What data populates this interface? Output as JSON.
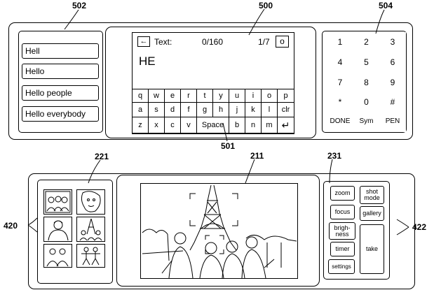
{
  "refs": {
    "r500": "500",
    "r502": "502",
    "r504": "504",
    "r501": "501",
    "r221": "221",
    "r211": "211",
    "r231": "231",
    "r420": "420",
    "r422": "422"
  },
  "text_panel": {
    "back_symbol": "←",
    "label": "Text:",
    "counter": "0/160",
    "page": "1/7",
    "mode": "o",
    "entry": "HE"
  },
  "predictions": [
    "Hell",
    "Hello",
    "Hello people",
    "Hello everybody"
  ],
  "keyboard": {
    "row1": [
      "q",
      "w",
      "e",
      "r",
      "t",
      "y",
      "u",
      "i",
      "o",
      "p"
    ],
    "row2": [
      "a",
      "s",
      "d",
      "f",
      "g",
      "h",
      "j",
      "k",
      "l",
      "clr"
    ],
    "row3": [
      "z",
      "x",
      "c",
      "v",
      "Space",
      "b",
      "n",
      "m",
      "↵"
    ]
  },
  "numpad": {
    "keys": [
      "1",
      "2",
      "3",
      "4",
      "5",
      "6",
      "7",
      "8",
      "9",
      "*",
      "0",
      "#"
    ],
    "bottom": [
      "DONE",
      "Sym",
      "PEN"
    ]
  },
  "camera": {
    "zoom": "zoom",
    "shot_mode": "shot mode",
    "focus": "focus",
    "gallery": "gallery",
    "brightness": "brigh-ness",
    "timer": "timer",
    "take": "take",
    "settings": "settings"
  }
}
